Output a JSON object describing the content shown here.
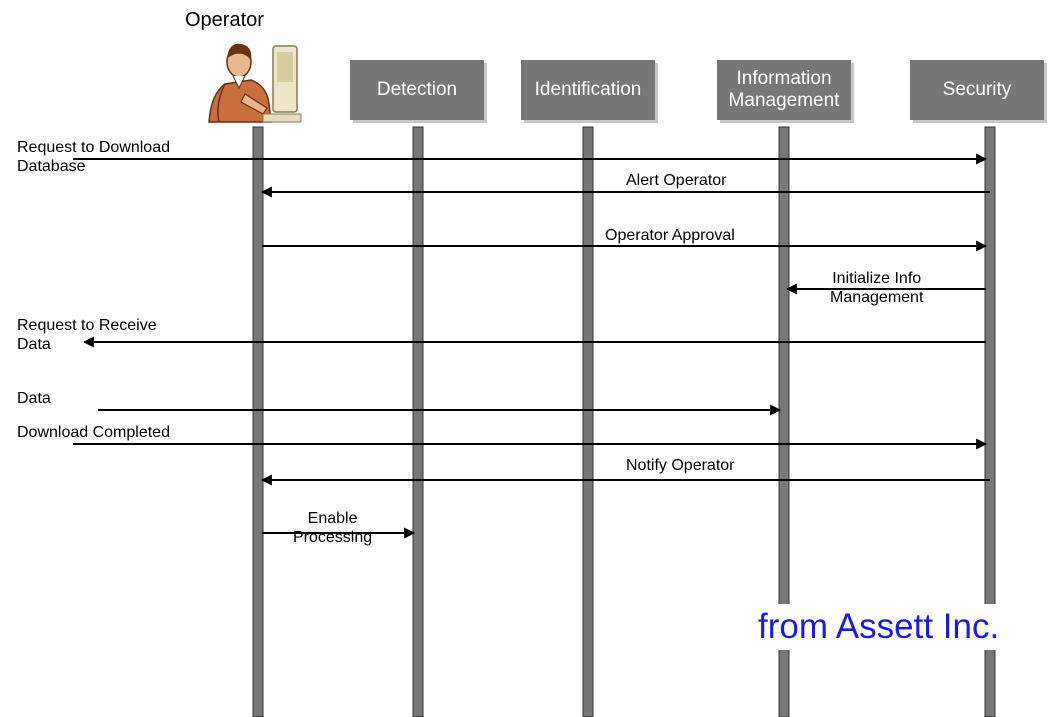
{
  "operator": {
    "label": "Operator",
    "icon": "operator-at-computer-icon"
  },
  "participants": [
    {
      "id": "detection",
      "lines": [
        "Detection"
      ]
    },
    {
      "id": "identification",
      "lines": [
        "Identification"
      ]
    },
    {
      "id": "information-management",
      "lines": [
        "Information",
        "Management"
      ]
    },
    {
      "id": "security",
      "lines": [
        "Security"
      ]
    }
  ],
  "messages": [
    {
      "id": "request-download",
      "from": "external",
      "to": "security",
      "lines": [
        "Request to Download",
        "Database"
      ]
    },
    {
      "id": "alert-operator",
      "from": "security",
      "to": "operator",
      "lines": [
        "Alert Operator"
      ]
    },
    {
      "id": "operator-approval",
      "from": "operator",
      "to": "security",
      "lines": [
        "Operator Approval"
      ]
    },
    {
      "id": "initialize-info",
      "from": "security",
      "to": "information-management",
      "lines": [
        "Initialize Info",
        "Management"
      ]
    },
    {
      "id": "request-receive",
      "from": "security",
      "to": "external",
      "lines": [
        "Request to Receive",
        "Data"
      ]
    },
    {
      "id": "data",
      "from": "external",
      "to": "information-management",
      "lines": [
        "Data"
      ]
    },
    {
      "id": "download-completed",
      "from": "external",
      "to": "security",
      "lines": [
        "Download Completed"
      ]
    },
    {
      "id": "notify-operator",
      "from": "security",
      "to": "operator",
      "lines": [
        "Notify Operator"
      ]
    },
    {
      "id": "enable-processing",
      "from": "operator",
      "to": "detection",
      "lines": [
        "Enable",
        "Processing"
      ]
    }
  ],
  "credit": {
    "text": "from Assett Inc.",
    "color": "#1a1aee"
  },
  "colors": {
    "header_fill": "#777777",
    "lifeline": "#777777",
    "arrow": "#000000"
  }
}
